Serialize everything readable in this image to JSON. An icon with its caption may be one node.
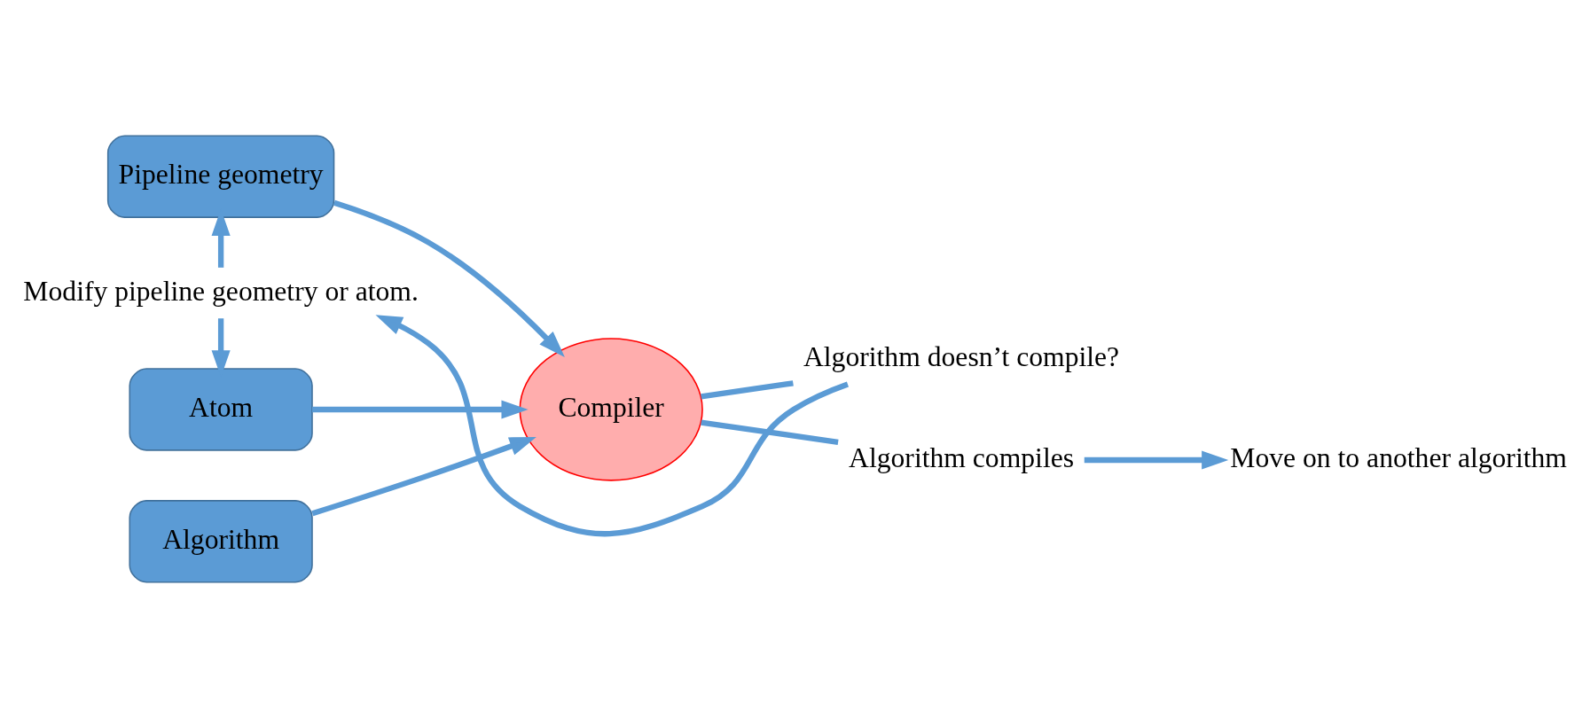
{
  "diagram": {
    "nodes": [
      {
        "text": [
          "Pipeline geometry"
        ]
      },
      {
        "text": [
          "Atom"
        ]
      },
      {
        "text": [
          "Algorithm"
        ]
      },
      {
        "text": [
          "Compiler"
        ]
      },
      {
        "text": [
          "Algorithm doesn’t compile?"
        ]
      },
      {
        "text": [
          "Algorithm compiles"
        ]
      },
      {
        "text": [
          "Move on to another algorithm"
        ]
      },
      {
        "text": [
          "Modify pipeline geometry or atom."
        ]
      }
    ],
    "edges": [
      {
        "from": 0,
        "to": 3,
        "arrow": "to"
      },
      {
        "from": 1,
        "to": 3,
        "arrow": "to"
      },
      {
        "from": 2,
        "to": 3,
        "arrow": "to"
      },
      {
        "from": 3,
        "to": 4,
        "arrow": "none"
      },
      {
        "from": 4,
        "to": 7,
        "arrow": "to"
      },
      {
        "from": 3,
        "to": 5,
        "arrow": "none"
      },
      {
        "from": 5,
        "to": 6,
        "arrow": "to"
      },
      {
        "from": 7,
        "to": 0,
        "arrow": "to"
      },
      {
        "from": 7,
        "to": 1,
        "arrow": "to"
      }
    ]
  }
}
